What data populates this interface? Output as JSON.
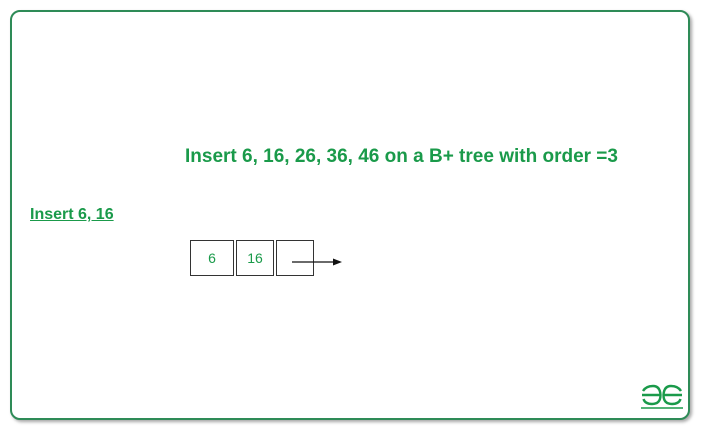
{
  "diagram": {
    "title": "Insert 6, 16, 26, 36, 46 on a B+ tree with order =3",
    "step_label": "Insert 6, 16",
    "node": {
      "keys": [
        "6",
        "16",
        ""
      ]
    }
  },
  "colors": {
    "accent": "#1a9a4a",
    "frame_border": "#2e8b57",
    "line": "#333333"
  },
  "icons": {
    "logo": "gfg-logo",
    "pointer": "arrow-right-icon"
  }
}
